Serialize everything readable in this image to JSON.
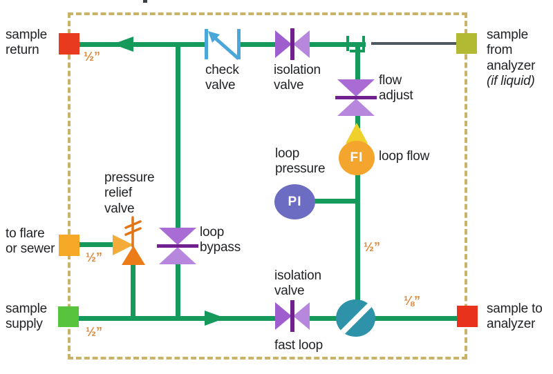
{
  "colors": {
    "pipe_green": "#169a5c",
    "boundary_dash_tan": "#c8b369",
    "valve_purple": "#a96cd4",
    "valve_purple_dark": "#71208f",
    "check_valve_blue": "#4ba6d9",
    "relief_valve_amber": "#f3ab3a",
    "relief_valve_orange": "#ec7c18",
    "fi_circle_orange": "#f3a52e",
    "fi_drop_yellow": "#f0d02a",
    "pi_circle_purple": "#6b6cc2",
    "fast_loop_teal": "#2e93a8",
    "port_red": "#e73a1e",
    "port_olive": "#b2ba33",
    "port_orange": "#f6a827",
    "port_green": "#58c33c",
    "size_label_orange": "#dc8a3e",
    "analyzer_line_gray": "#4d5862",
    "text_black": "#1f2124"
  },
  "ports": {
    "sample_return": {
      "line1": "sample",
      "line2": "return",
      "size": "½”"
    },
    "sample_from_analyzer": {
      "line1": "sample",
      "line2": "from",
      "line3": "analyzer",
      "line4": "(if liquid)"
    },
    "to_flare_or_sewer": {
      "line1": "to flare",
      "line2": "or sewer",
      "size": "½”"
    },
    "sample_supply": {
      "line1": "sample",
      "line2": "supply",
      "size": "½”"
    },
    "sample_to_analyzer": {
      "line1": "sample to",
      "line2": "analyzer",
      "size": "⅛”"
    }
  },
  "components": {
    "check_valve": {
      "line1": "check",
      "line2": "valve"
    },
    "isolation_valve_top": {
      "line1": "isolation",
      "line2": "valve"
    },
    "flow_adjust": {
      "line1": "flow",
      "line2": "adjust"
    },
    "loop_flow": {
      "tag": "FI",
      "label": "loop flow"
    },
    "loop_pressure": {
      "tag": "PI",
      "line1": "loop",
      "line2": "pressure"
    },
    "pressure_relief_valve": {
      "line1": "pressure",
      "line2": "relief",
      "line3": "valve"
    },
    "loop_bypass": {
      "line1": "loop",
      "line2": "bypass"
    },
    "isolation_valve_bottom": {
      "line1": "isolation",
      "line2": "valve"
    },
    "fast_loop": {
      "label": "fast loop"
    }
  },
  "pipe_sizes": {
    "loop_vertical": "½”"
  }
}
